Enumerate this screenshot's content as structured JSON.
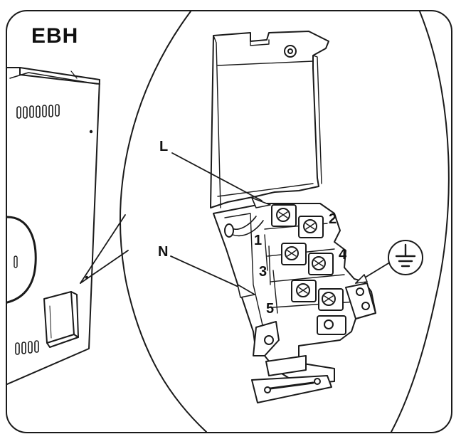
{
  "diagram": {
    "title": "EBH",
    "callouts": {
      "live": "L",
      "neutral": "N"
    },
    "terminal_numbers": [
      "1",
      "2",
      "3",
      "4",
      "5"
    ],
    "earth_icon": "earth-ground-icon"
  }
}
